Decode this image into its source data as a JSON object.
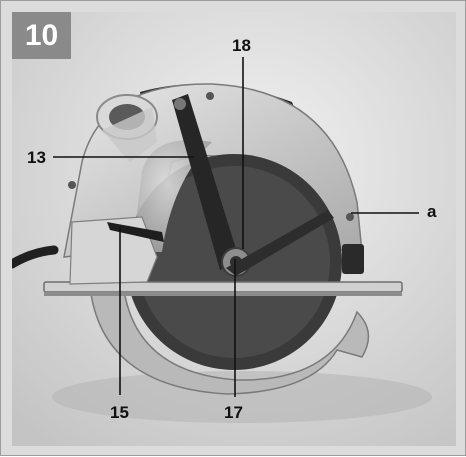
{
  "figure": {
    "number": "10",
    "callouts": {
      "c13": "13",
      "c18": "18",
      "ca": "a",
      "c15": "15",
      "c17": "17"
    }
  },
  "colors": {
    "frame": "#9c9c9c",
    "badge": "#8a8a8a",
    "backdrop": "#dcdcdc"
  }
}
